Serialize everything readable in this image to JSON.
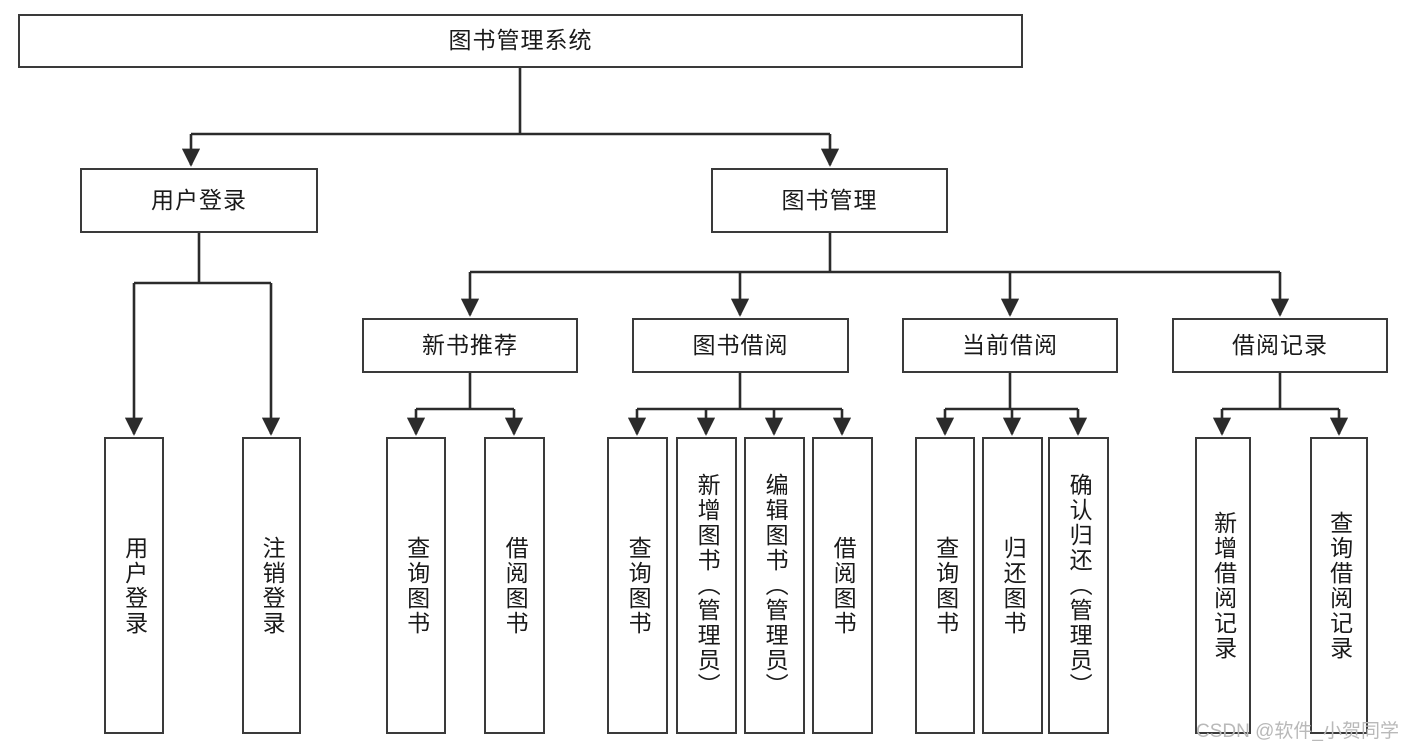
{
  "diagram": {
    "title": "图书管理系统",
    "type": "tree-hierarchy",
    "orientation": "top-down",
    "box_stroke_color": "#3a3a3a",
    "box_fill_color": "#ffffff",
    "edge_color": "#2b2b2b",
    "text_color": "#1a1a1a",
    "watermark": "CSDN @软件_小贺同学"
  },
  "nodes": {
    "root": {
      "label": "图书管理系统"
    },
    "level2": [
      {
        "id": "user-login",
        "label": "用户登录"
      },
      {
        "id": "book-manage",
        "label": "图书管理"
      }
    ],
    "level3": [
      {
        "id": "new-book-recommend",
        "label": "新书推荐"
      },
      {
        "id": "book-borrow",
        "label": "图书借阅"
      },
      {
        "id": "current-borrow",
        "label": "当前借阅"
      },
      {
        "id": "borrow-record",
        "label": "借阅记录"
      }
    ],
    "leaves": {
      "user-login": [
        {
          "id": "leaf-user-login",
          "label": "用户登录"
        },
        {
          "id": "leaf-user-logout",
          "label": "注销登录"
        }
      ],
      "new-book-recommend": [
        {
          "id": "leaf-query-book-1",
          "label": "查询图书"
        },
        {
          "id": "leaf-borrow-book-1",
          "label": "借阅图书"
        }
      ],
      "book-borrow": [
        {
          "id": "leaf-query-book-2",
          "label": "查询图书"
        },
        {
          "id": "leaf-add-book",
          "label": "新增图书（管理员）"
        },
        {
          "id": "leaf-edit-book",
          "label": "编辑图书（管理员）"
        },
        {
          "id": "leaf-borrow-book-2",
          "label": "借阅图书"
        }
      ],
      "current-borrow": [
        {
          "id": "leaf-query-book-3",
          "label": "查询图书"
        },
        {
          "id": "leaf-return-book",
          "label": "归还图书"
        },
        {
          "id": "leaf-confirm-return",
          "label": "确认归还（管理员）"
        }
      ],
      "borrow-record": [
        {
          "id": "leaf-add-record",
          "label": "新增借阅记录"
        },
        {
          "id": "leaf-query-record",
          "label": "查询借阅记录"
        }
      ]
    }
  }
}
